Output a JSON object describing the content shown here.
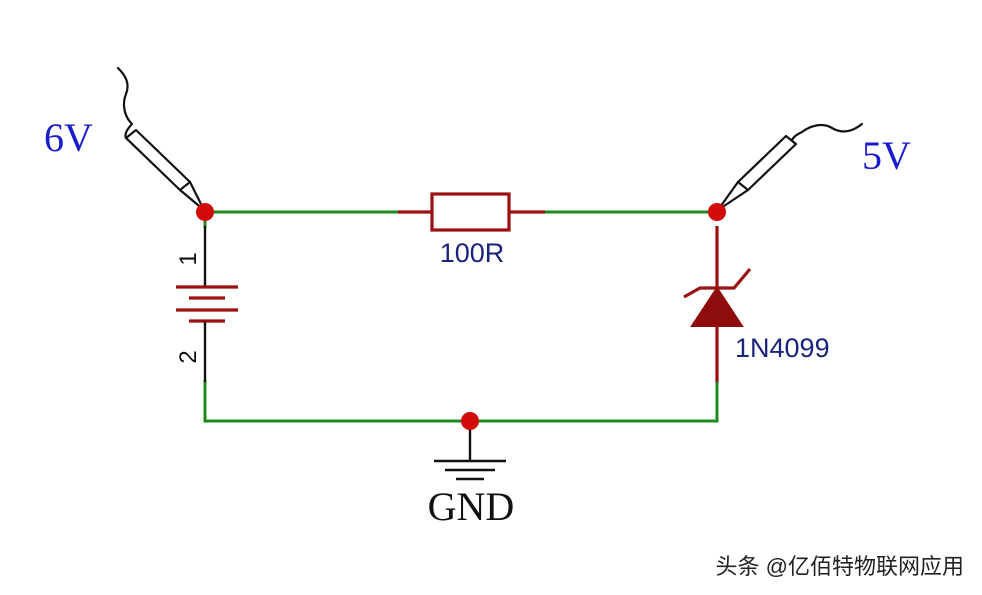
{
  "probes": {
    "left_voltage": "6V",
    "right_voltage": "5V"
  },
  "components": {
    "resistor_label": "100R",
    "zener_label": "1N4099",
    "battery_pin1": "1",
    "battery_pin2": "2",
    "ground_label": "GND"
  },
  "watermark": "头条 @亿佰特物联网应用",
  "colors": {
    "wire": "#1c8a1c",
    "component": "#9b1010",
    "junction": "#d20a0a",
    "voltage_label": "#1a1acf",
    "component_label": "#1a237e"
  }
}
